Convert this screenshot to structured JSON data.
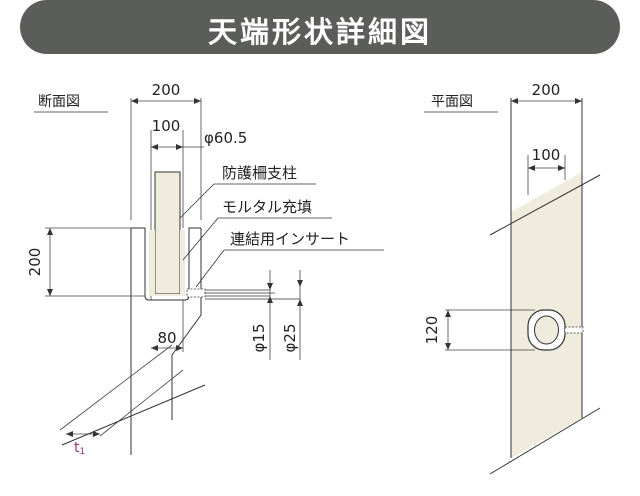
{
  "title": "天端形状詳細図",
  "section": {
    "label": "断面図",
    "dim_width": "200",
    "dim_inner": "100",
    "dim_pipe": "φ60.5",
    "dim_height": "200",
    "dim_bottom": "80",
    "dim_insert_small": "φ15",
    "dim_insert_large": "φ25",
    "thickness": "t",
    "thickness_sub": "1",
    "callouts": [
      "防護柵支柱",
      "モルタル充填",
      "連結用インサート"
    ]
  },
  "plan": {
    "label": "平面図",
    "dim_width": "200",
    "dim_inner": "100",
    "dim_height": "120"
  },
  "colors": {
    "banner": "#5b5d5b",
    "fill": "#efebdd",
    "line": "#333333",
    "accent": "#a0307a"
  }
}
